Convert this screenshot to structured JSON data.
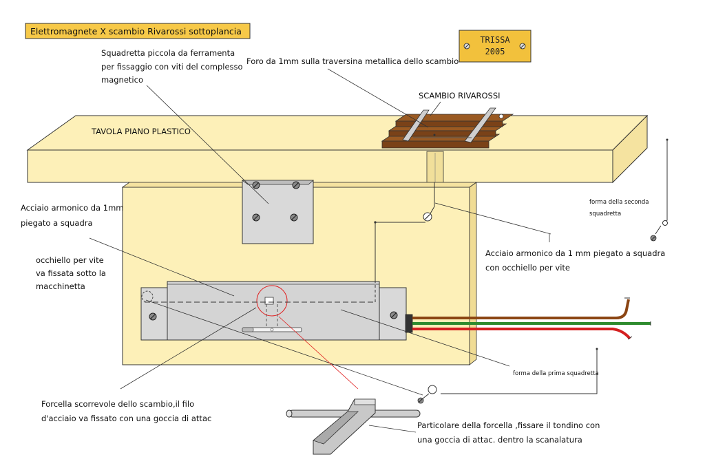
{
  "title": "Elettromagnete X scambio Rivarossi sottoplancia",
  "badge": {
    "line1": "TRISSA",
    "line2": "2005"
  },
  "labels": {
    "squadretta": [
      "Squadretta piccola da ferramenta",
      "per fissaggio con viti del complesso",
      "magnetico"
    ],
    "foro": "Foro da 1mm sulla traversina metallica dello scambio",
    "scambio": "SCAMBIO RIVAROSSI",
    "tavola": "TAVOLA PIANO PLASTICO",
    "acciaio_left": [
      "Acciaio armonico da 1mm",
      "piegato a squadra"
    ],
    "occhiello": [
      "occhiello per vite",
      "va fissata sotto la",
      "macchinetta"
    ],
    "acciaio_right": [
      "Acciaio armonico da 1 mm piegato a squadra",
      "con occhiello per vite"
    ],
    "forma_seconda": [
      "forma della seconda",
      "squadretta"
    ],
    "forma_prima": "forma della prima squadretta",
    "forcella": [
      "Forcella scorrevole dello scambio,il filo",
      "d'acciaio va fissato con una goccia di attac"
    ],
    "particolare": [
      "Particolare della forcella ,fissare il tondino con",
      "una goccia di attac. dentro la scanalatura"
    ]
  },
  "colors": {
    "wood": "#fdf0b8",
    "wood_outline": "#333333",
    "metal": "#d9d9d9",
    "sleeper": "#9a5a22",
    "title_bg": "#f7c948",
    "badge_bg": "#f2c13c",
    "highlight": "#e02020",
    "wire_brown": "#8b4513",
    "wire_green": "#2e8b2e",
    "wire_red": "#d42020"
  },
  "icons": [
    "screw-icon",
    "eyelet-icon"
  ]
}
